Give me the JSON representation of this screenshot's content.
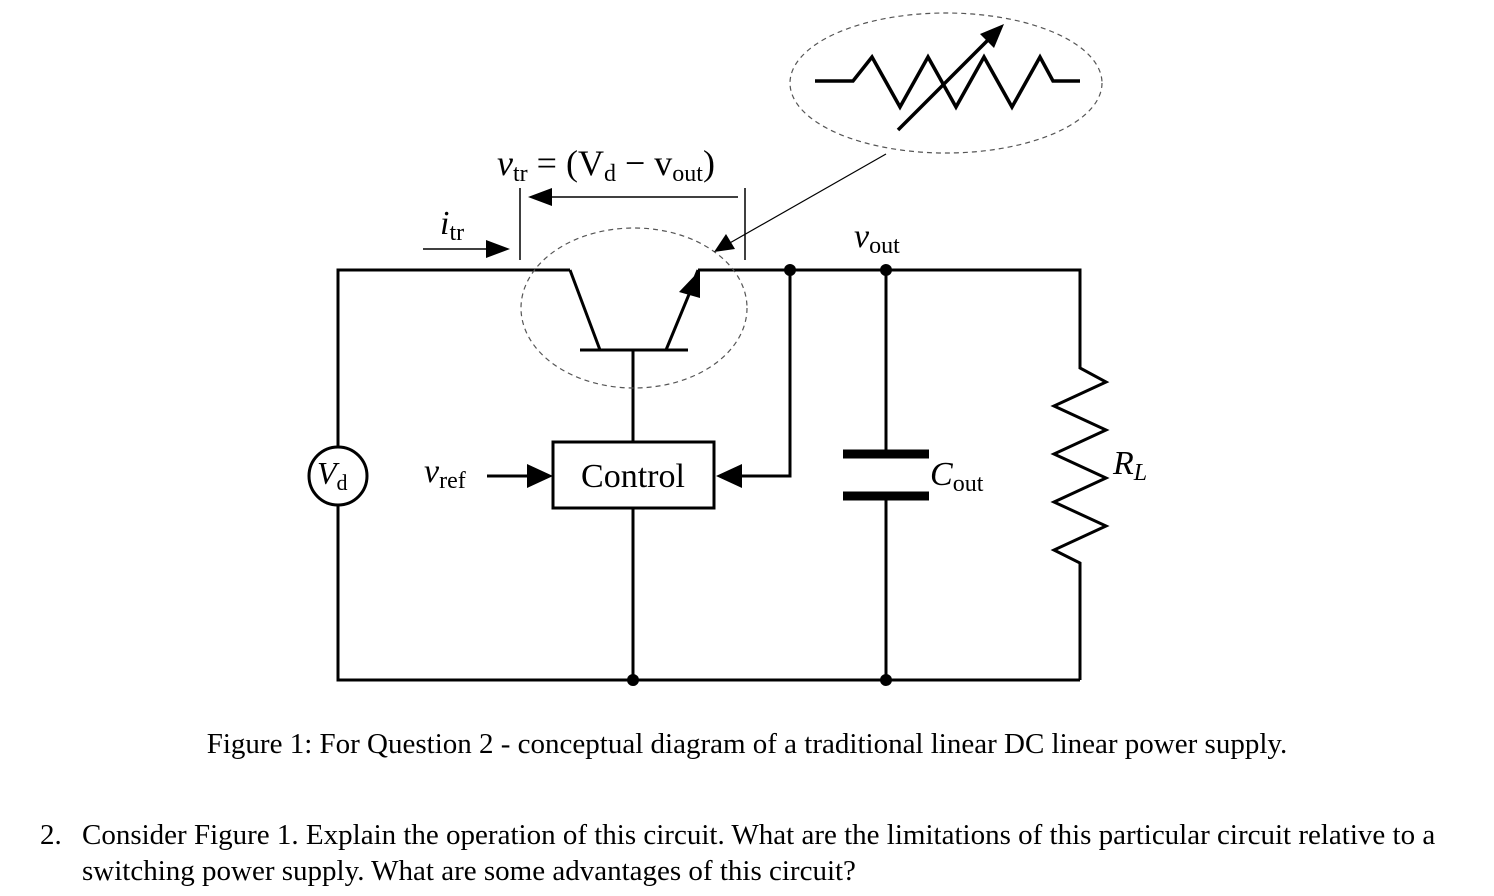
{
  "labels": {
    "v_tr_symbol": "v",
    "v_tr_sub": "tr",
    "v_tr_rhs_prefix": " = (V",
    "v_tr_rhs_sub1": "d",
    "v_tr_rhs_mid": " − v",
    "v_tr_rhs_sub2": "out",
    "v_tr_rhs_end": ")",
    "i_tr_symbol": "i",
    "i_tr_sub": "tr",
    "v_out_symbol": "v",
    "v_out_sub": "out",
    "vd_symbol": "V",
    "vd_sub": "d",
    "vref_symbol": "v",
    "vref_sub": "ref",
    "control_label": "Control",
    "cout_symbol": "C",
    "cout_sub": "out",
    "rl_symbol": "R",
    "rl_sub": "L"
  },
  "caption": "Figure 1: For Question 2 - conceptual diagram of a traditional linear DC linear power supply.",
  "question": {
    "number": "2.",
    "text": "Consider Figure 1. Explain the operation of this circuit. What are the limitations of this particular circuit relative to a switching power supply. What are some advantages of this circuit?"
  }
}
